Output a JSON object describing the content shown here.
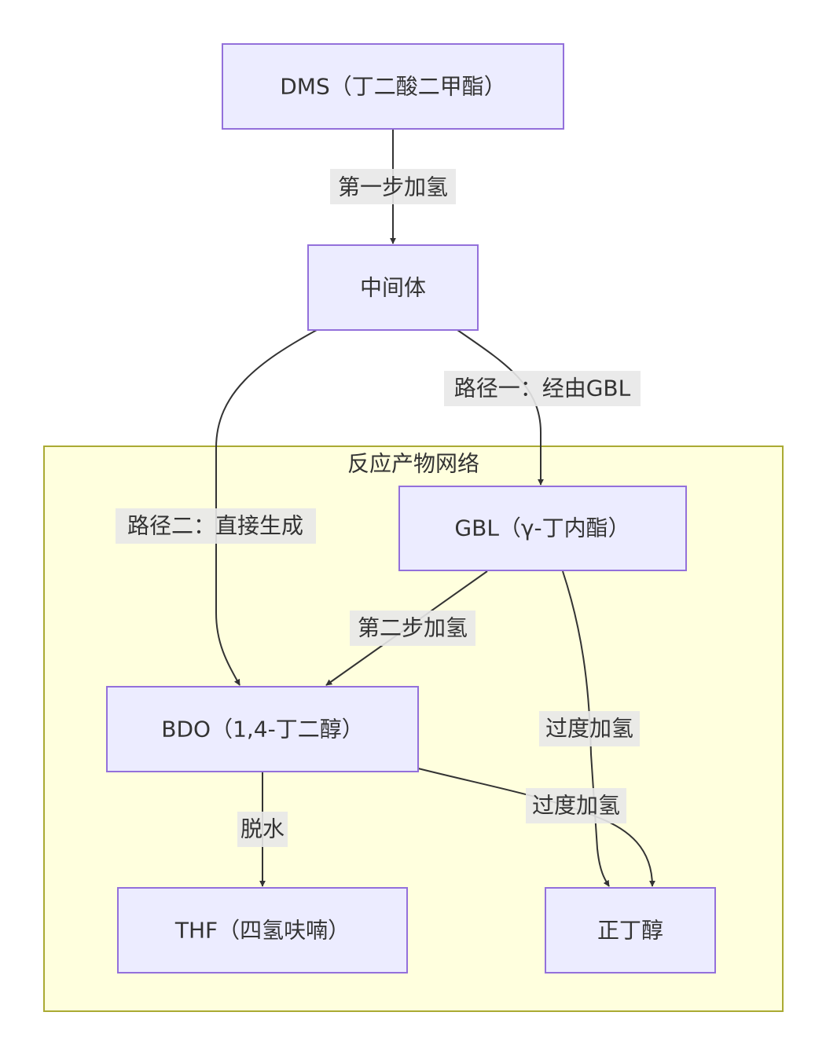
{
  "colors": {
    "node_fill": "#ECECFF",
    "node_stroke": "#9370DB",
    "cluster_fill": "#FFFFDE",
    "cluster_stroke": "#AAAA33",
    "edge": "#333333",
    "edge_label_bg": "#e8e8e8",
    "text": "#333333"
  },
  "cluster": {
    "label": "反应产物网络"
  },
  "nodes": {
    "dms": "DMS（丁二酸二甲酯）",
    "intermediate": "中间体",
    "gbl": "GBL（γ-丁内酯）",
    "bdo": "BDO（1,4-丁二醇）",
    "thf": "THF（四氢呋喃）",
    "butanol": "正丁醇"
  },
  "edges": {
    "dms_to_intermediate": "第一步加氢",
    "route_one": "路径一：经由GBL",
    "route_two": "路径二：直接生成",
    "gbl_to_bdo": "第二步加氢",
    "gbl_to_butanol": "过度加氢",
    "bdo_to_butanol": "过度加氢",
    "bdo_to_thf": "脱水"
  }
}
